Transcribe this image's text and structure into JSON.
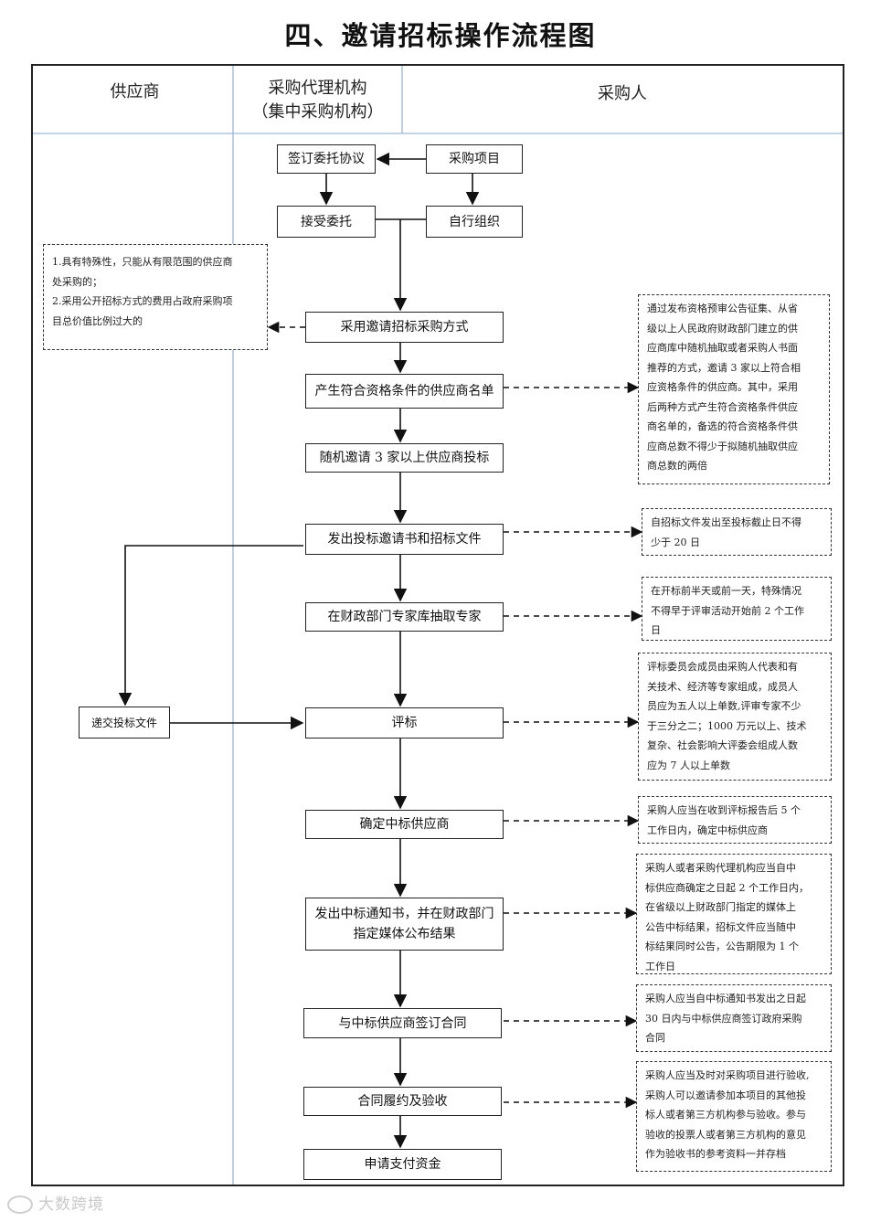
{
  "title": "四、邀请招标操作流程图",
  "lanes": {
    "supplier": "供应商",
    "agency_line1": "采购代理机构",
    "agency_line2": "（集中采购机构）",
    "purchaser": "采购人"
  },
  "steps": {
    "sign_agreement": "签订委托协议",
    "purchase_project": "采购项目",
    "accept_entrust": "接受委托",
    "self_organize": "自行组织",
    "adopt_method": "采用邀请招标采购方式",
    "qualified_list": "产生符合资格条件的供应商名单",
    "random_invite": "随机邀请 3 家以上供应商投标",
    "issue_docs": "发出投标邀请书和招标文件",
    "draw_experts": "在财政部门专家库抽取专家",
    "submit_bid": "递交投标文件",
    "evaluate": "评标",
    "confirm_winner": "确定中标供应商",
    "notice_line1": "发出中标通知书，并在财政部门",
    "notice_line2": "指定媒体公布结果",
    "sign_contract": "与中标供应商签订合同",
    "perform_accept": "合同履约及验收",
    "apply_payment": "申请支付资金"
  },
  "notes": {
    "left_conditions": [
      "1.具有特殊性，只能从有限范围的供应商",
      "处采购的；",
      "2.采用公开招标方式的费用占政府采购项",
      "目总价值比例过大的"
    ],
    "qualification_source": [
      "通过发布资格预审公告征集、从省",
      "级以上人民政府财政部门建立的供",
      "应商库中随机抽取或者采购人书面",
      "推荐的方式，邀请 3 家以上符合相",
      "应资格条件的供应商。其中，采用",
      "后两种方式产生符合资格条件供应",
      "商名单的，备选的符合资格条件供",
      "应商总数不得少于拟随机抽取供应",
      "商总数的两倍"
    ],
    "bid_deadline": [
      "自招标文件发出至投标截止日不得",
      "少于 20 日"
    ],
    "expert_timing": [
      "在开标前半天或前一天，特殊情况",
      "不得早于评审活动开始前 2 个工作",
      "日"
    ],
    "committee": [
      "评标委员会成员由采购人代表和有",
      "关技术、经济等专家组成，成员人",
      "员应为五人以上单数,评审专家不少",
      "于三分之二；1000 万元以上、技术",
      "复杂、社会影响大评委会组成人数",
      "应为 7 人以上单数"
    ],
    "confirm_timing": [
      "采购人应当在收到评标报告后 5 个",
      "工作日内，确定中标供应商"
    ],
    "announce": [
      "采购人或者采购代理机构应当自中",
      "标供应商确定之日起 2 个工作日内，",
      "在省级以上财政部门指定的媒体上",
      "公告中标结果，招标文件应当随中",
      "标结果同时公告，公告期限为 1 个",
      "工作日"
    ],
    "contract_timing": [
      "采购人应当自中标通知书发出之日起",
      "30 日内与中标供应商签订政府采购",
      "合同"
    ],
    "acceptance": [
      "采购人应当及时对采购项目进行验收,",
      "采购人可以邀请参加本项目的其他投",
      "标人或者第三方机构参与验收。参与",
      "验收的投票人或者第三方机构的意见",
      "作为验收书的参考资料一并存档"
    ]
  },
  "watermark": "大数跨境",
  "colors": {
    "lane_divider": "#9fb6d6",
    "line": "#222222"
  }
}
